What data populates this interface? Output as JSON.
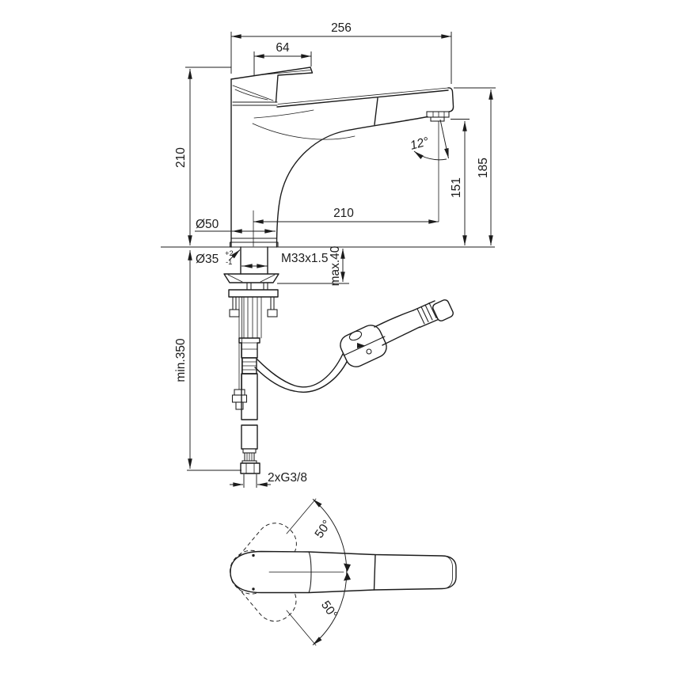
{
  "drawing": {
    "type": "technical-dimension-drawing",
    "subject": "single-lever kitchen mixer tap with pull-out spray, side elevation with mounting parts, supply hoses and plan view of handle swing",
    "line_color": "#1c1c1c",
    "background_color": "#ffffff",
    "dims": {
      "overall_width": "256",
      "handle_offset": "64",
      "height_to_handle": "210",
      "spout_end_height": "185",
      "outlet_height": "151",
      "spray_angle": "12°",
      "base_diameter": "Ø50",
      "spout_reach": "210",
      "hole_diameter": "Ø35",
      "hole_tolerance_plus": "+2",
      "hole_tolerance_minus": "-1",
      "shank_thread": "M33x1.5",
      "deck_thickness_max": "max.40",
      "hose_length_min": "min.350",
      "supply_connection": "2xG3/8",
      "handle_swing_upper": "50°",
      "handle_swing_lower": "50°"
    }
  }
}
